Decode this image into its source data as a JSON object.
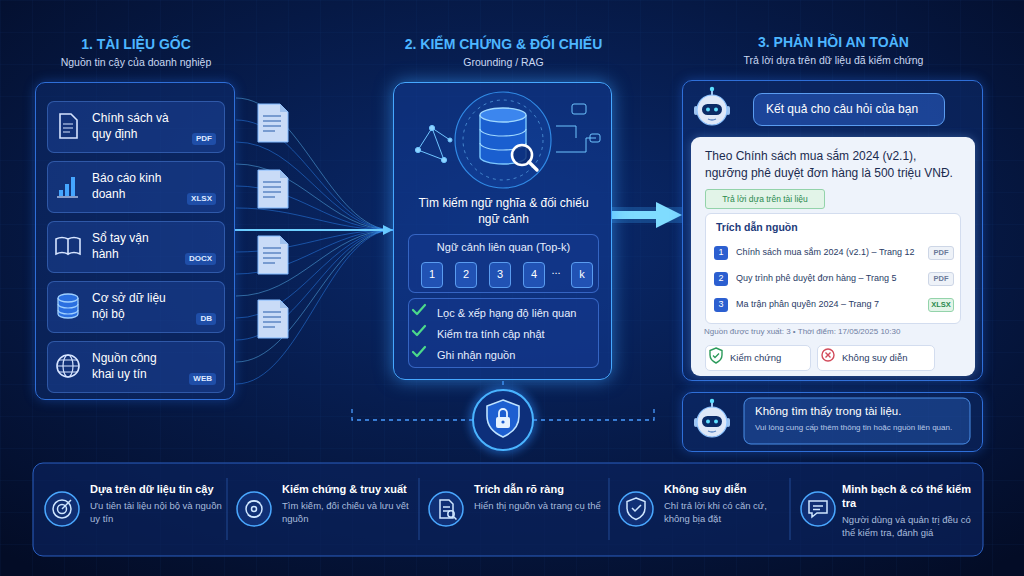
{
  "diagram": {
    "nodes": [
      {
        "text": [
          "1. TÀI LIỆU GỐC",
          "Nguồn tin cậy của doanh nghiệp"
        ]
      },
      {
        "text": [
          "Chính sách và quy định",
          "PDF"
        ],
        "in": 0
      },
      {
        "text": [
          "Báo cáo kinh doanh",
          "XLSX"
        ],
        "in": 0
      },
      {
        "text": [
          "Sổ tay vận hành",
          "DOCX"
        ],
        "in": 0
      },
      {
        "text": [
          "Cơ sở dữ liệu nội bộ",
          "DB"
        ],
        "in": 0
      },
      {
        "text": [
          "Nguồn công khai uy tín",
          "WEB"
        ],
        "in": 0
      },
      {
        "text": [
          "2. KIỂM CHỨNG & ĐỐI CHIẾU",
          "Grounding / RAG",
          "Tìm kiếm ngữ nghĩa & đối chiếu ngữ cảnh"
        ]
      },
      {
        "text": [
          "Ngữ cảnh liên quan (Top-k)"
        ],
        "in": 6
      },
      {
        "text": [
          "1"
        ],
        "in": 7
      },
      {
        "text": [
          "2"
        ],
        "in": 7
      },
      {
        "text": [
          "3"
        ],
        "in": 7
      },
      {
        "text": [
          "4"
        ],
        "in": 7
      },
      {
        "text": [
          "k"
        ],
        "in": 7
      },
      {
        "text": [
          "Lọc & xếp hạng độ liên quan",
          "Kiểm tra tính cập nhật",
          "Ghi nhận nguồn"
        ],
        "in": 6
      },
      {
        "text": [
          "3. PHẢN HỒI AN TOÀN",
          "Trả lời dựa trên dữ liệu đã kiểm chứng"
        ]
      },
      {
        "text": [
          "Kết quả cho câu hỏi của bạn"
        ],
        "in": 14
      },
      {
        "text": [
          "Theo Chính sách mua sắm 2024 (v2.1), ngưỡng phê duyệt đơn hàng là 500 triệu VNĐ."
        ],
        "in": 14
      },
      {
        "text": [
          "Trả lời dựa trên tài liệu"
        ],
        "in": 16
      },
      {
        "text": [
          "Trích dẫn nguồn"
        ],
        "in": 16
      },
      {
        "text": [
          "1",
          "Chính sách mua sắm 2024 (v2.1) – Trang 12",
          "PDF"
        ],
        "in": 18
      },
      {
        "text": [
          "2",
          "Quy trình phê duyệt đơn hàng – Trang 5",
          "PDF"
        ],
        "in": 18
      },
      {
        "text": [
          "3",
          "Ma trận phân quyền 2024 – Trang 7",
          "XLSX"
        ],
        "in": 18
      },
      {
        "text": [
          "Kiểm chứng"
        ],
        "in": 16
      },
      {
        "text": [
          "Không suy diễn"
        ],
        "in": 16
      },
      {
        "text": [
          "Không tìm thấy trong tài liệu.",
          "Vui lòng cung cấp thêm thông tin hoặc nguồn liên quan."
        ]
      },
      {
        "text": [
          "Dựa trên dữ liệu tin cậy",
          "Ưu tiên tài liệu nội bộ và nguồn uy tín"
        ]
      },
      {
        "text": [
          "Kiểm chứng & truy xuất",
          "Tìm kiếm, đối chiếu và lưu vết nguồn"
        ]
      },
      {
        "text": [
          "Trích dẫn rõ ràng",
          "Hiển thị nguồn và trang cụ thể"
        ]
      },
      {
        "text": [
          "Không suy diễn",
          "Chỉ trả lời khi có căn cứ, không bịa đặt"
        ]
      },
      {
        "text": [
          "Minh bạch & có thể kiểm tra",
          "Người dùng và quản trị đều có thể kiểm tra, đánh giá"
        ]
      }
    ],
    "edges": [
      {
        "from": 0,
        "to": 6,
        "arrow": "to"
      },
      {
        "from": 6,
        "to": 14,
        "arrow": "to"
      }
    ],
    "labels": [
      "...",
      "Nguồn được truy xuất: 3 • Thời điểm: 17/05/2025 10:30"
    ]
  }
}
